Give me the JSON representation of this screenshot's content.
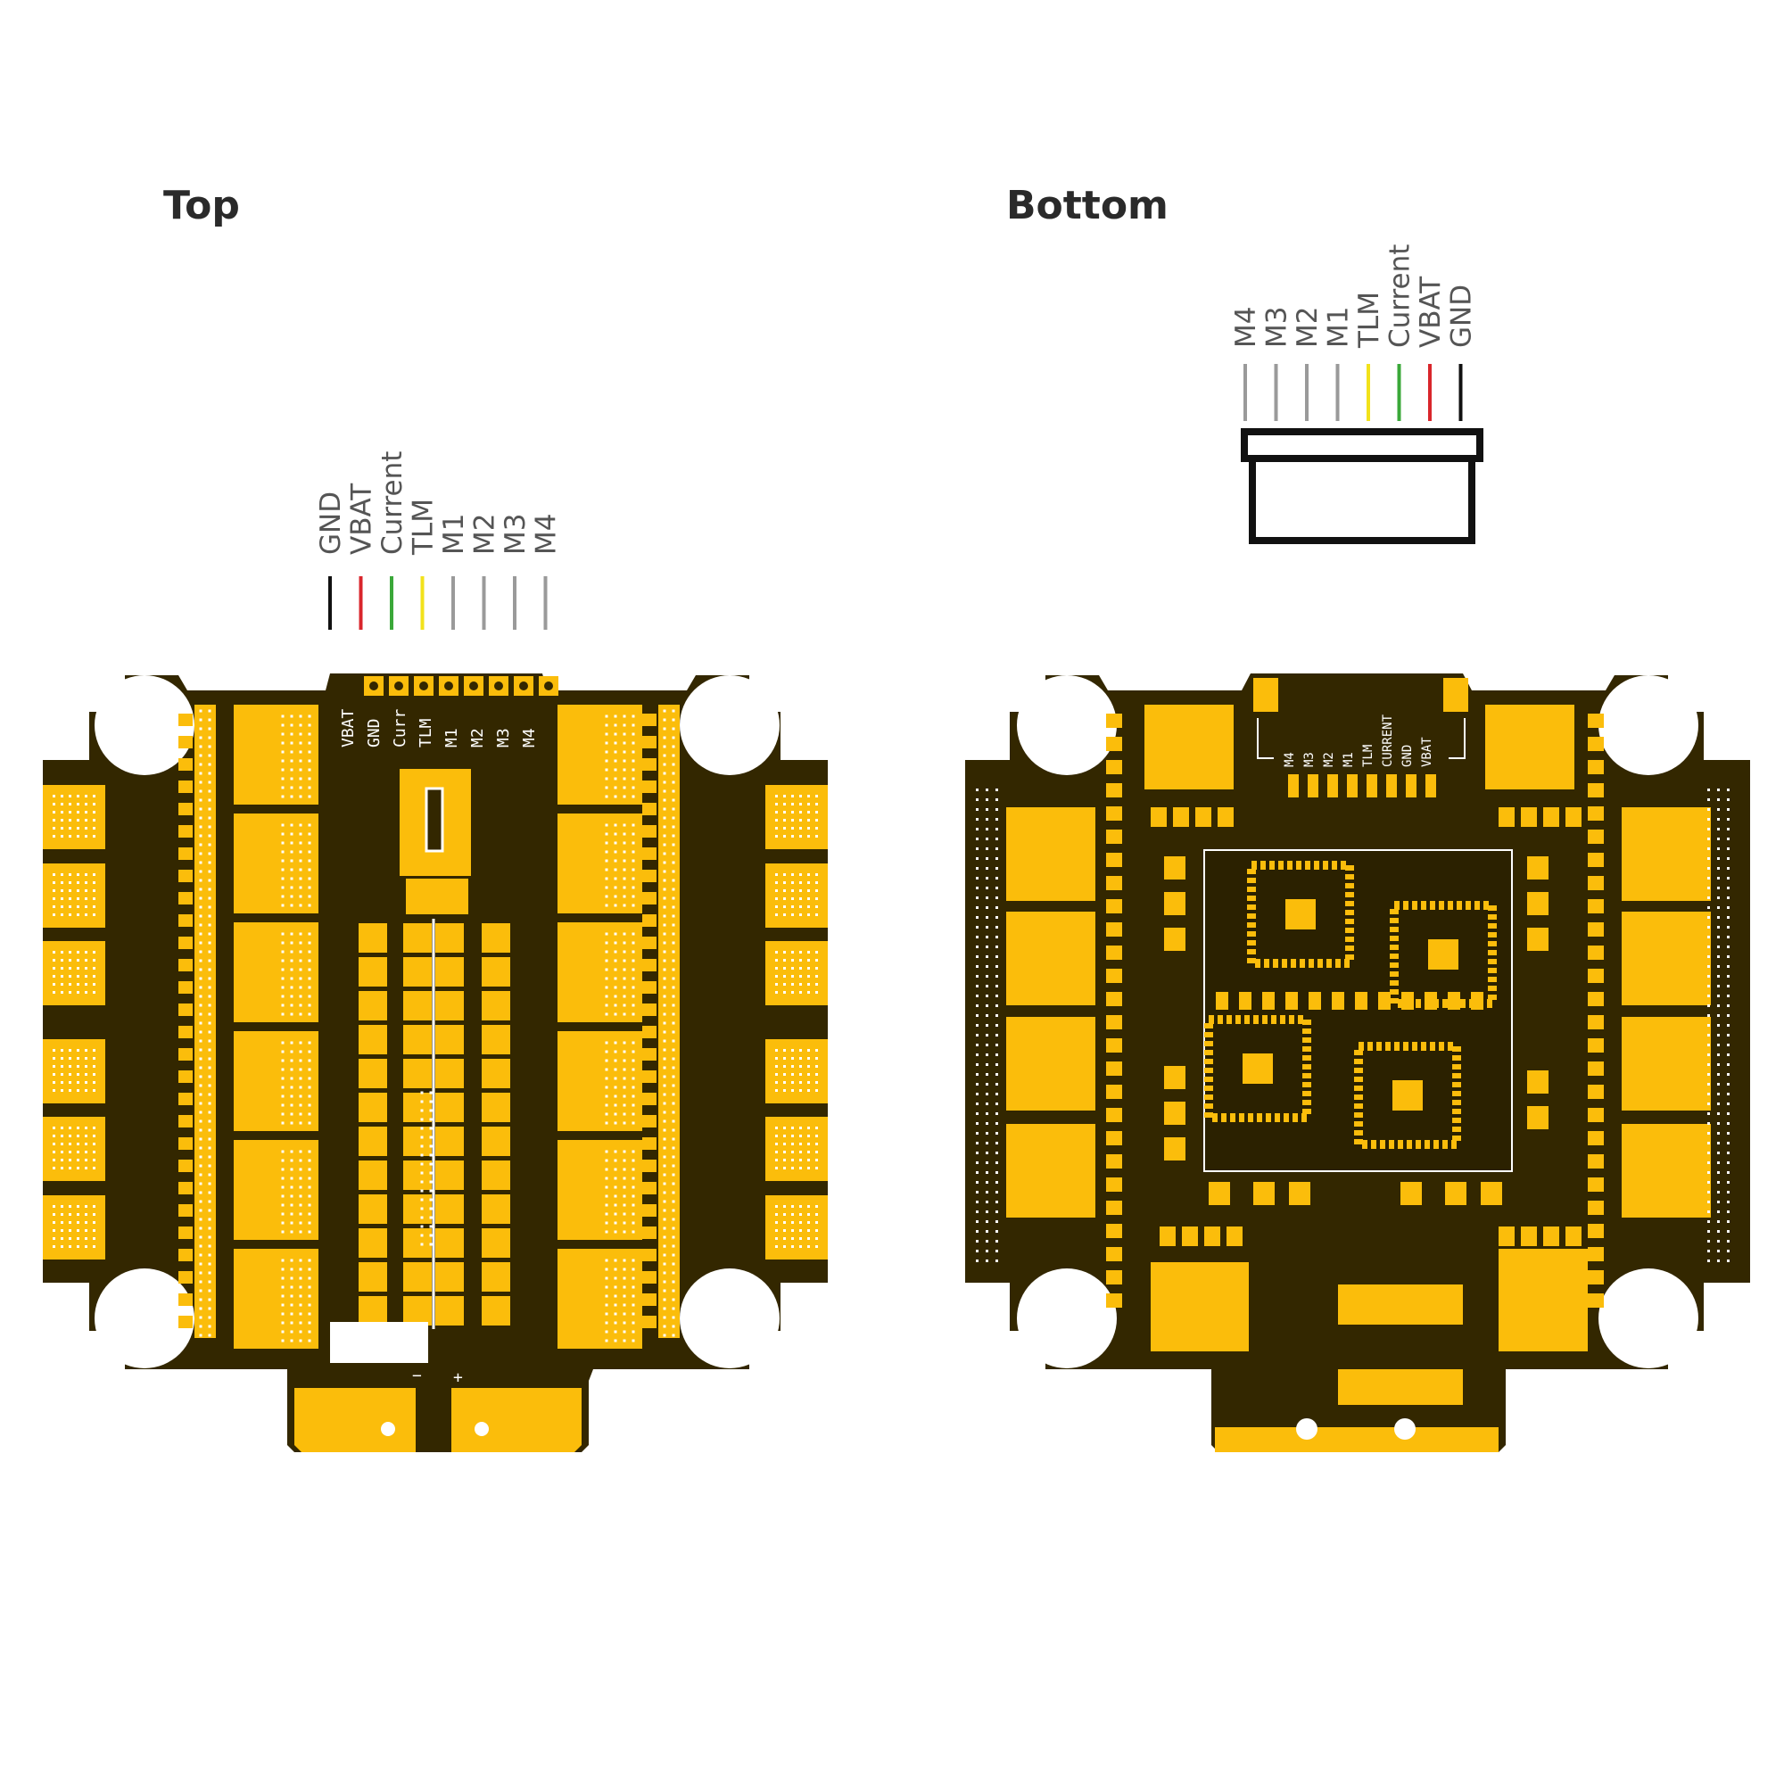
{
  "colors": {
    "board": "#332700",
    "pad": "#fbbd0b",
    "silkscreen": "#ffffff",
    "via": "#ffffff",
    "wire_gnd": "#111111",
    "wire_vbat": "#d9262c",
    "wire_current": "#3aa839",
    "wire_tlm": "#f2e21b",
    "wire_motor": "#9a9a9a"
  },
  "top": {
    "title": "Top",
    "wires": [
      {
        "label": "GND",
        "color": "#111111"
      },
      {
        "label": "VBAT",
        "color": "#d9262c"
      },
      {
        "label": "Current",
        "color": "#3aa839"
      },
      {
        "label": "TLM",
        "color": "#f2e21b"
      },
      {
        "label": "M1",
        "color": "#9a9a9a"
      },
      {
        "label": "M2",
        "color": "#9a9a9a"
      },
      {
        "label": "M3",
        "color": "#9a9a9a"
      },
      {
        "label": "M4",
        "color": "#9a9a9a"
      }
    ],
    "silk_labels": [
      "VBAT",
      "GND",
      "Curr",
      "TLM",
      "M1",
      "M2",
      "M3",
      "M4"
    ],
    "power_neg": "−",
    "power_pos": "+"
  },
  "bottom": {
    "title": "Bottom",
    "wires": [
      {
        "label": "M4",
        "color": "#9a9a9a"
      },
      {
        "label": "M3",
        "color": "#9a9a9a"
      },
      {
        "label": "M2",
        "color": "#9a9a9a"
      },
      {
        "label": "M1",
        "color": "#9a9a9a"
      },
      {
        "label": "TLM",
        "color": "#f2e21b"
      },
      {
        "label": "Current",
        "color": "#3aa839"
      },
      {
        "label": "VBAT",
        "color": "#d9262c"
      },
      {
        "label": "GND",
        "color": "#111111"
      }
    ],
    "silk_labels": [
      "M4",
      "M3",
      "M2",
      "M1",
      "TLM",
      "CURRENT",
      "GND",
      "VBAT"
    ]
  }
}
